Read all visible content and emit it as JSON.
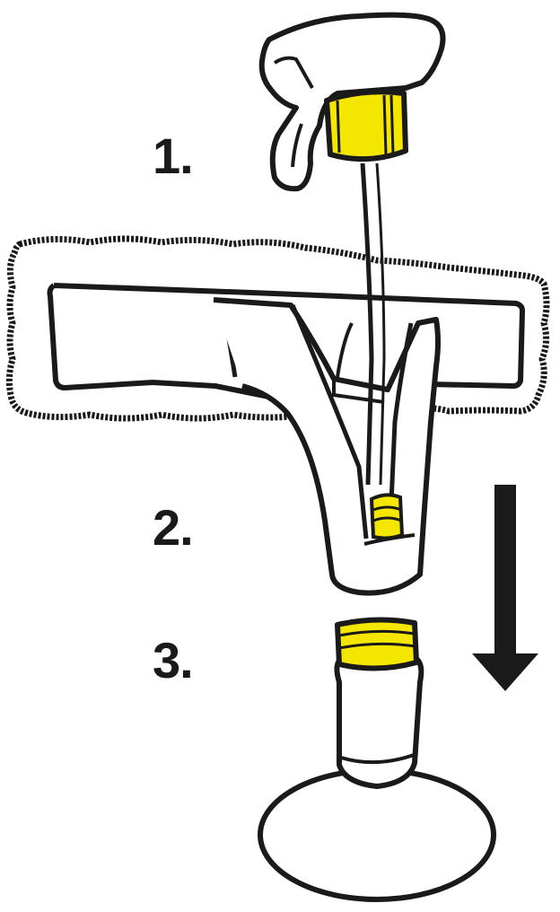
{
  "steps": [
    {
      "label": "1."
    },
    {
      "label": "2."
    },
    {
      "label": "3."
    }
  ],
  "colors": {
    "outline": "#1a1a1a",
    "accent_yellow": "#f5e600",
    "fill": "#ffffff"
  },
  "icons": {
    "arrow": "down-arrow-icon",
    "trigger": "spray-trigger-icon",
    "mop": "mop-head-icon",
    "bottle": "bottle-icon"
  }
}
